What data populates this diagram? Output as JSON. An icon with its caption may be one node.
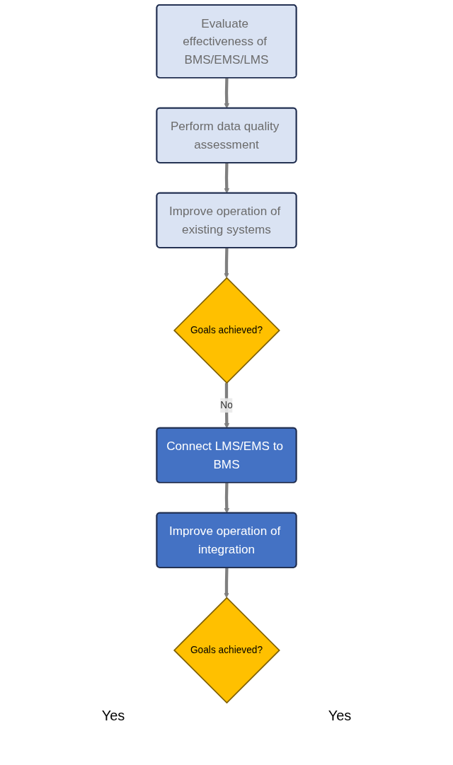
{
  "diagram": {
    "nodes": [
      {
        "text": [
          "Evaluate effectiveness of BMS/EMS/LMS"
        ]
      },
      {
        "text": [
          "Perform data quality assessment"
        ]
      },
      {
        "text": [
          "Improve operation of existing systems"
        ]
      },
      {
        "text": [
          "Goals achieved?"
        ]
      },
      {
        "text": [
          "Connect LMS/EMS to BMS"
        ]
      },
      {
        "text": [
          "Improve operation of integration"
        ]
      },
      {
        "text": [
          "Goals achieved?"
        ]
      }
    ],
    "edges": [
      {
        "from": 0,
        "to": 1,
        "arrow": "to"
      },
      {
        "from": 1,
        "to": 2,
        "arrow": "to"
      },
      {
        "from": 2,
        "to": 3,
        "arrow": "to"
      },
      {
        "from": 3,
        "to": 4,
        "arrow": "to",
        "label": "No"
      },
      {
        "from": 4,
        "to": 5,
        "arrow": "to"
      },
      {
        "from": 5,
        "to": 6,
        "arrow": "to"
      }
    ],
    "labels": [
      "Yes",
      "Yes"
    ]
  }
}
